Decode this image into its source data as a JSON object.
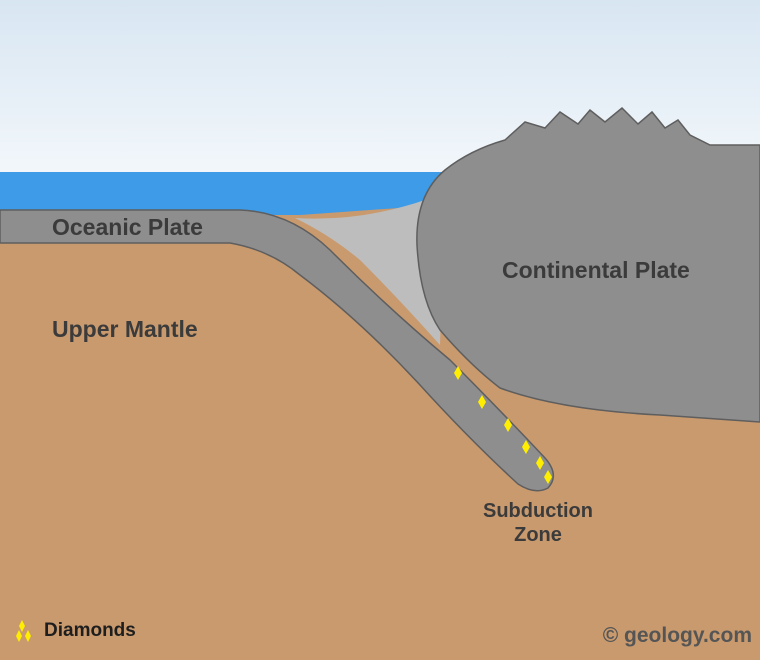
{
  "labels": {
    "oceanic_plate": "Oceanic Plate",
    "continental_plate": "Continental Plate",
    "upper_mantle": "Upper Mantle",
    "subduction_line1": "Subduction",
    "subduction_line2": "Zone"
  },
  "legend": {
    "label": "Diamonds",
    "icon": "diamond-icon"
  },
  "credit": "© geology.com",
  "colors": {
    "sky_top": "#d8e6f2",
    "sky_bottom": "#ffffff",
    "ocean": "#3d9be8",
    "plate": "#8e8e8e",
    "plate_outline": "#5e5e5e",
    "wedge": "#bdbdbd",
    "mantle": "#c99a6e",
    "diamond": "#ffee00",
    "label_text": "#3b3b3b"
  }
}
